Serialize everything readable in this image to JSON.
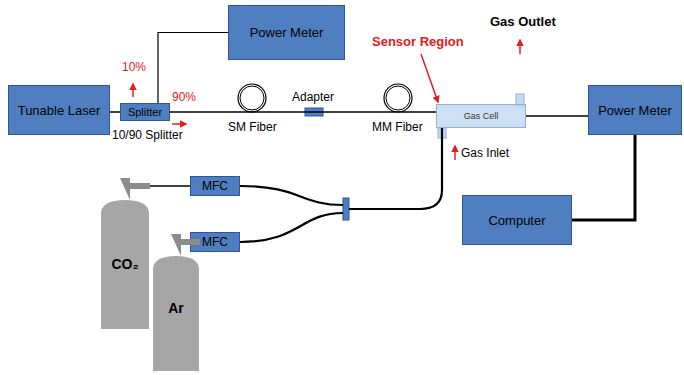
{
  "diagram": {
    "nodes": [
      {
        "text": [
          "Power Meter"
        ]
      },
      {
        "text": [
          "Tunable Laser"
        ]
      },
      {
        "text": [
          "Splitter"
        ]
      },
      {
        "text": [
          "Gas Cell"
        ]
      },
      {
        "text": [
          "Power Meter"
        ]
      },
      {
        "text": [
          "MFC"
        ]
      },
      {
        "text": [
          "Computer"
        ]
      },
      {
        "text": [
          "MFC"
        ]
      },
      {
        "text": [
          "CO₂"
        ]
      },
      {
        "text": [
          "Ar"
        ]
      }
    ],
    "edges": [
      {
        "from": 1,
        "to": 2,
        "arrow": "none"
      },
      {
        "from": 2,
        "to": 0,
        "arrow": "none"
      },
      {
        "from": 2,
        "to": 3,
        "arrow": "none"
      },
      {
        "from": 3,
        "to": 4,
        "arrow": "none"
      },
      {
        "from": 4,
        "to": 6,
        "arrow": "none"
      },
      {
        "from": 8,
        "to": 5,
        "arrow": "none"
      },
      {
        "from": 9,
        "to": 7,
        "arrow": "none"
      },
      {
        "from": 5,
        "to": 3,
        "arrow": "none"
      },
      {
        "from": 7,
        "to": 3,
        "arrow": "none"
      }
    ],
    "labels": [
      "10%",
      "90%",
      "10/90 Splitter",
      "SM Fiber",
      "Adapter",
      "MM Fiber",
      "Sensor Region",
      "Gas Outlet",
      "Gas Inlet"
    ]
  }
}
